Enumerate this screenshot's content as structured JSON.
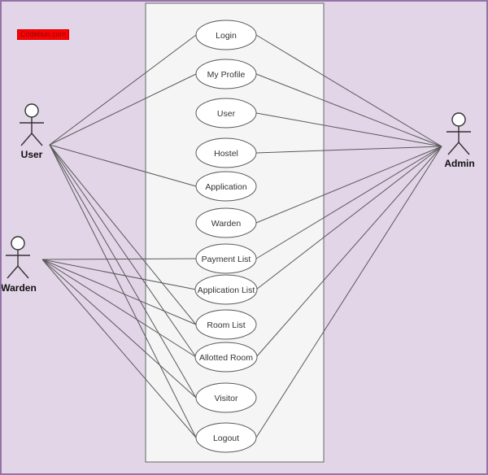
{
  "badge": {
    "label": "Codebun.com"
  },
  "diagram": {
    "type": "uml-use-case",
    "actors": [
      {
        "id": "user",
        "label": "User"
      },
      {
        "id": "warden",
        "label": "Warden"
      },
      {
        "id": "admin",
        "label": "Admin"
      }
    ],
    "usecases": [
      {
        "id": "uc-login",
        "label": "Login"
      },
      {
        "id": "uc-my-profile",
        "label": "My Profile"
      },
      {
        "id": "uc-user",
        "label": "User"
      },
      {
        "id": "uc-hostel",
        "label": "Hostel"
      },
      {
        "id": "uc-application",
        "label": "Application"
      },
      {
        "id": "uc-warden",
        "label": "Warden"
      },
      {
        "id": "uc-payment-list",
        "label": "Payment List"
      },
      {
        "id": "uc-application-list",
        "label": "Application List"
      },
      {
        "id": "uc-room-list",
        "label": "Room List"
      },
      {
        "id": "uc-allotted-room",
        "label": "Allotted Room"
      },
      {
        "id": "uc-visitor",
        "label": "Visitor"
      },
      {
        "id": "uc-logout",
        "label": "Logout"
      }
    ],
    "connections": [
      {
        "from": "user",
        "to": "uc-login"
      },
      {
        "from": "user",
        "to": "uc-my-profile"
      },
      {
        "from": "user",
        "to": "uc-application"
      },
      {
        "from": "user",
        "to": "uc-room-list"
      },
      {
        "from": "user",
        "to": "uc-allotted-room"
      },
      {
        "from": "user",
        "to": "uc-visitor"
      },
      {
        "from": "user",
        "to": "uc-logout"
      },
      {
        "from": "warden",
        "to": "uc-payment-list"
      },
      {
        "from": "warden",
        "to": "uc-application-list"
      },
      {
        "from": "warden",
        "to": "uc-room-list"
      },
      {
        "from": "warden",
        "to": "uc-allotted-room"
      },
      {
        "from": "warden",
        "to": "uc-visitor"
      },
      {
        "from": "warden",
        "to": "uc-logout"
      },
      {
        "from": "admin",
        "to": "uc-login"
      },
      {
        "from": "admin",
        "to": "uc-my-profile"
      },
      {
        "from": "admin",
        "to": "uc-user"
      },
      {
        "from": "admin",
        "to": "uc-hostel"
      },
      {
        "from": "admin",
        "to": "uc-warden"
      },
      {
        "from": "admin",
        "to": "uc-payment-list"
      },
      {
        "from": "admin",
        "to": "uc-application-list"
      },
      {
        "from": "admin",
        "to": "uc-allotted-room"
      },
      {
        "from": "admin",
        "to": "uc-logout"
      }
    ],
    "colors": {
      "page_background": "#e1d5e7",
      "page_border": "#9673a6",
      "system_boundary_fill": "#f5f5f5",
      "shape_stroke": "#595959",
      "badge_background": "#ff0000"
    }
  }
}
